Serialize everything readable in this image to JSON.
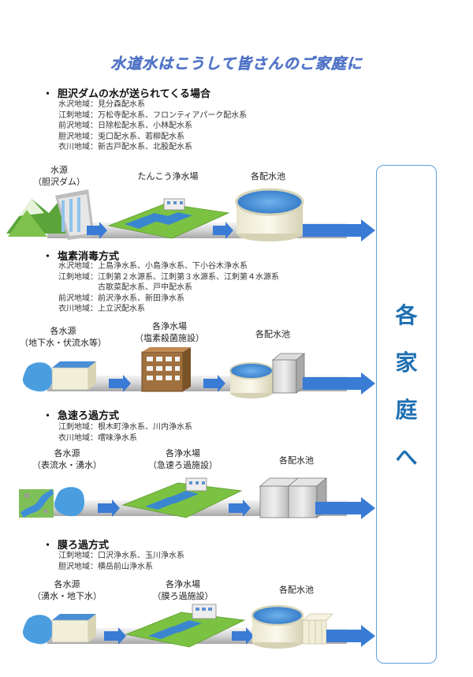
{
  "title": "水道水はこうして皆さんのご家庭に",
  "sections": [
    {
      "heading": "胆沢ダムの水が送られてくる場合",
      "lines": [
        "水沢地域：見分森配水系",
        "江刺地域：万松寺配水系、フロンティアパーク配水系",
        "前沢地域：日除松配水系、小林配水系",
        "胆沢地域：兎口配水系、若柳配水系",
        "衣川地域：新古戸配水系、北股配水系"
      ],
      "captions": {
        "source": [
          "水源",
          "（胆沢ダム）"
        ],
        "plant": [
          "たんこう浄水場"
        ],
        "reservoir": [
          "各配水池"
        ]
      }
    },
    {
      "heading": "塩素消毒方式",
      "lines": [
        "水沢地域：上島浄水系、小島浄水系、下小谷木浄水系",
        "江刺地域：江刺第２水源系、江刺第３水源系、江刺第４水源系",
        "　　　　　古歌菜配水系、戸中配水系",
        "前沢地域：前沢浄水系、新田浄水系",
        "衣川地域：上立沢配水系"
      ],
      "captions": {
        "source": [
          "各水源",
          "（地下水・伏流水等）"
        ],
        "plant": [
          "各浄水場",
          "（塩素殺菌施設）"
        ],
        "reservoir": [
          "各配水池"
        ]
      }
    },
    {
      "heading": "急速ろ過方式",
      "lines": [
        "江刺地域：根木町浄水系、川内浄水系",
        "衣川地域：嚐味浄水系"
      ],
      "captions": {
        "source": [
          "各水源",
          "（表流水・湧水）"
        ],
        "plant": [
          "各浄水場",
          "（急速ろ過施設）"
        ],
        "reservoir": [
          "各配水池"
        ]
      }
    },
    {
      "heading": "膜ろ過方式",
      "lines": [
        "江刺地域：口沢浄水系、玉川浄水系",
        "胆沢地域：横岳前山浄水系"
      ],
      "captions": {
        "source": [
          "各水源",
          "（湧水・地下水）"
        ],
        "plant": [
          "各浄水場",
          "（膜ろ過施設）"
        ],
        "reservoir": [
          "各配水池"
        ]
      }
    }
  ],
  "destination": [
    "各",
    "家",
    "庭",
    "へ"
  ],
  "colors": {
    "title": "#6d8fd8",
    "pipe": "#d9d9d9",
    "arrow": "#3a7bd5",
    "grass": "#7cc242",
    "tank": "#3a7fc9",
    "box_border": "#5aa0dc"
  }
}
